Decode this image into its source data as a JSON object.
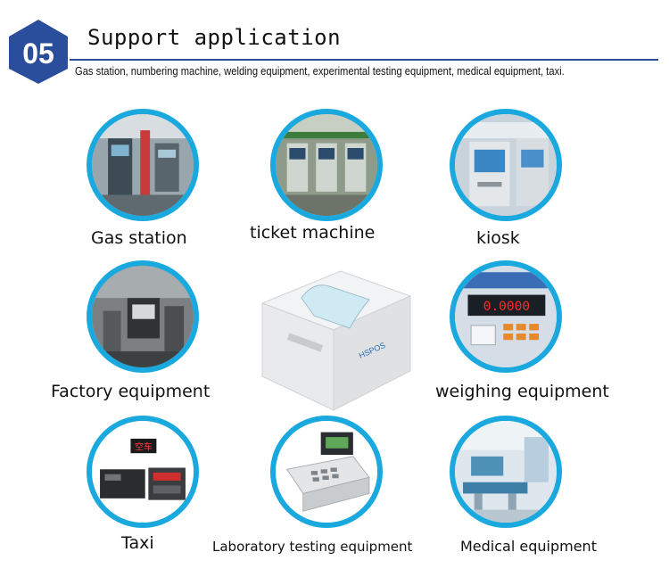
{
  "header": {
    "badge_number": "05",
    "title": "Support application",
    "subtitle": "Gas station, numbering machine, welding equipment, experimental testing equipment, medical equipment, taxi.",
    "accent_color": "#2b4e9c",
    "circle_color": "#1aa9df"
  },
  "applications": [
    {
      "label": "Gas station",
      "icon": "gas-station-photo"
    },
    {
      "label": "ticket machine",
      "icon": "ticket-machine-photo"
    },
    {
      "label": "kiosk",
      "icon": "kiosk-photo"
    },
    {
      "label": "Factory equipment",
      "icon": "factory-equipment-photo"
    },
    {
      "label": "weighing equipment",
      "icon": "weighing-equipment-photo"
    },
    {
      "label": "Taxi",
      "icon": "taxi-photo"
    },
    {
      "label": "Laboratory testing equipment",
      "icon": "laboratory-testing-photo"
    },
    {
      "label": "Medical equipment",
      "icon": "medical-equipment-photo"
    }
  ],
  "scale_display": "0.0000",
  "taxi_sign": "空车",
  "printer": {
    "brand": "HSPOS"
  }
}
